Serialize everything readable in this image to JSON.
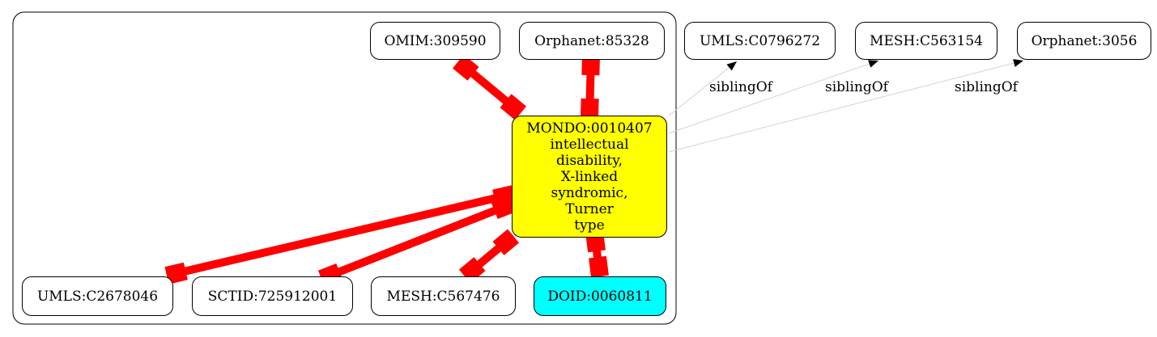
{
  "graph": {
    "center": {
      "id": "MONDO:0010407",
      "lines": [
        "intellectual",
        "disability,",
        "X-linked",
        "syndromic,",
        "Turner",
        "type"
      ],
      "fill": "#ffff00"
    },
    "cluster_nodes": [
      {
        "key": "omim",
        "label": "OMIM:309590",
        "fill": "#ffffff"
      },
      {
        "key": "orphanet85328",
        "label": "Orphanet:85328",
        "fill": "#ffffff"
      },
      {
        "key": "umls2678046",
        "label": "UMLS:C2678046",
        "fill": "#ffffff"
      },
      {
        "key": "sctid",
        "label": "SCTID:725912001",
        "fill": "#ffffff"
      },
      {
        "key": "mesh567476",
        "label": "MESH:C567476",
        "fill": "#ffffff"
      },
      {
        "key": "doid",
        "label": "DOID:0060811",
        "fill": "#00ffff"
      }
    ],
    "sibling_nodes": [
      {
        "key": "umls0796272",
        "label": "UMLS:C0796272",
        "edge_label": "siblingOf"
      },
      {
        "key": "mesh563154",
        "label": "MESH:C563154",
        "edge_label": "siblingOf"
      },
      {
        "key": "orphanet3056",
        "label": "Orphanet:3056",
        "edge_label": "siblingOf"
      }
    ],
    "colors": {
      "equivalence_edge": "#ff0000",
      "sibling_edge": "#d3d3d3",
      "arrowhead": "#000000"
    }
  }
}
